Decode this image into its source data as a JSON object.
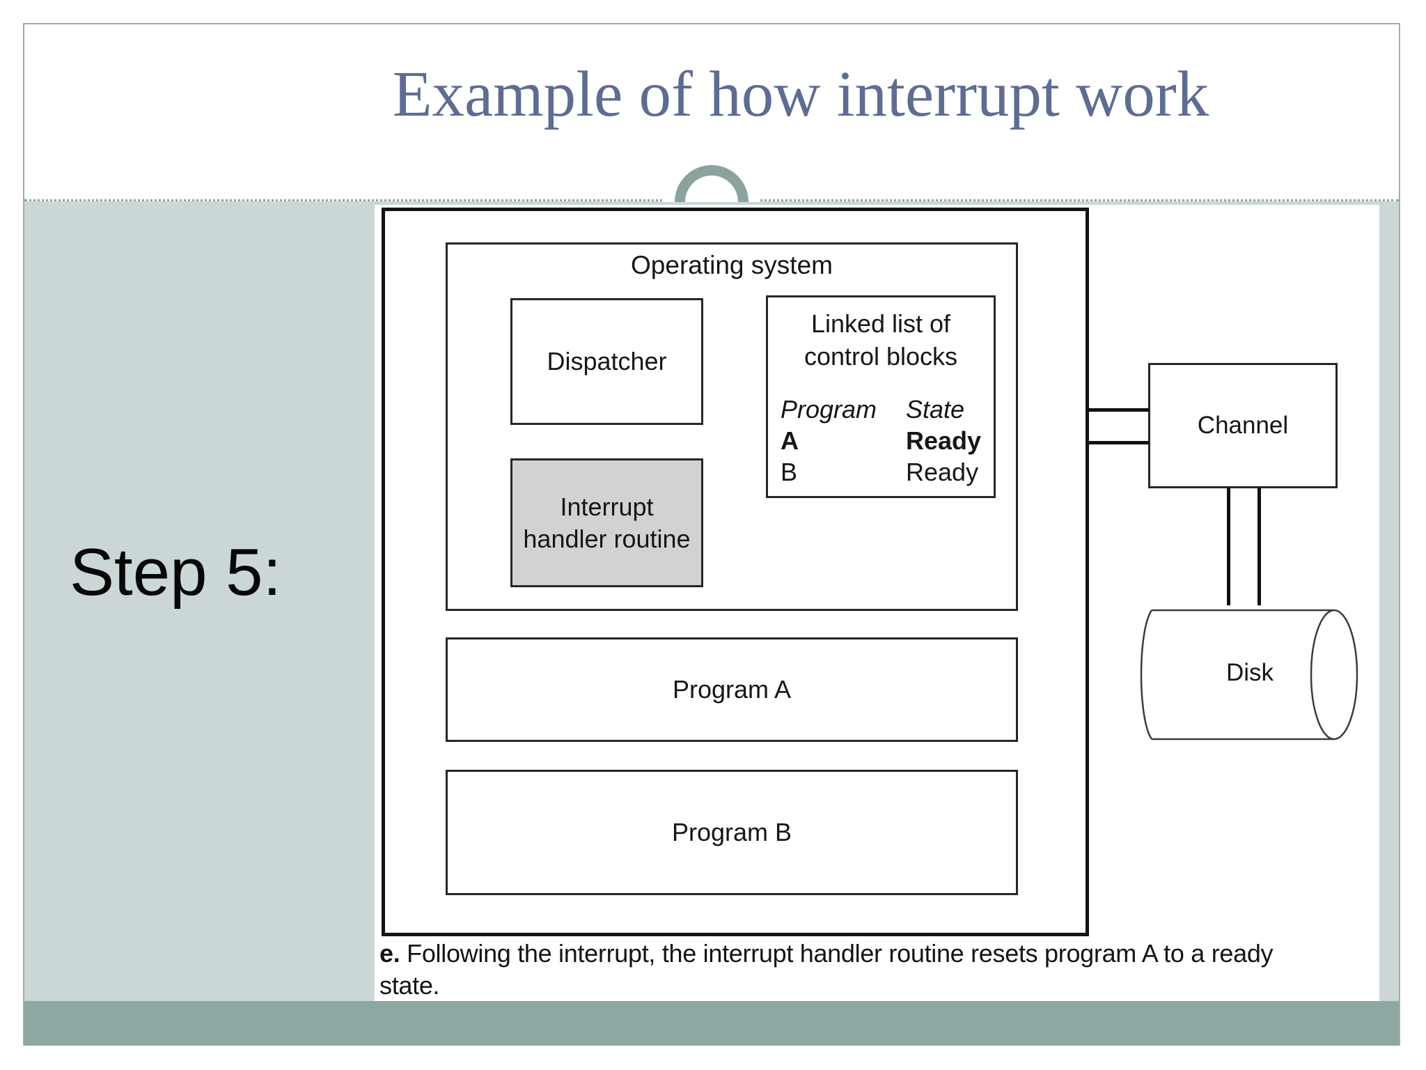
{
  "colors": {
    "title": "#5f6c92",
    "border": "#9dafa9",
    "bg": "#cbd6d6",
    "bar": "#8da7a3",
    "arc": "#8ca29e",
    "grayfill": "#d2d2d2",
    "ink": "#161616"
  },
  "slide": {
    "title": "Example of how interrupt work",
    "step_label": "Step 5:"
  },
  "figure": {
    "os_label": "Operating system",
    "dispatcher_label": "Dispatcher",
    "interrupt_handler_line1": "Interrupt",
    "interrupt_handler_line2": "handler routine",
    "linked_list_line1": "Linked list of",
    "linked_list_line2": "control blocks",
    "table": {
      "col_program": "Program",
      "col_state": "State",
      "rows": [
        {
          "program": "A",
          "state": "Ready"
        },
        {
          "program": "B",
          "state": "Ready"
        }
      ]
    },
    "program_a_label": "Program A",
    "program_b_label": "Program B",
    "channel_label": "Channel",
    "disk_label": "Disk",
    "caption_prefix": "e.",
    "caption_line1": " Following the interrupt, the interrupt handler routine resets program A to a ready",
    "caption_line2": "state."
  }
}
